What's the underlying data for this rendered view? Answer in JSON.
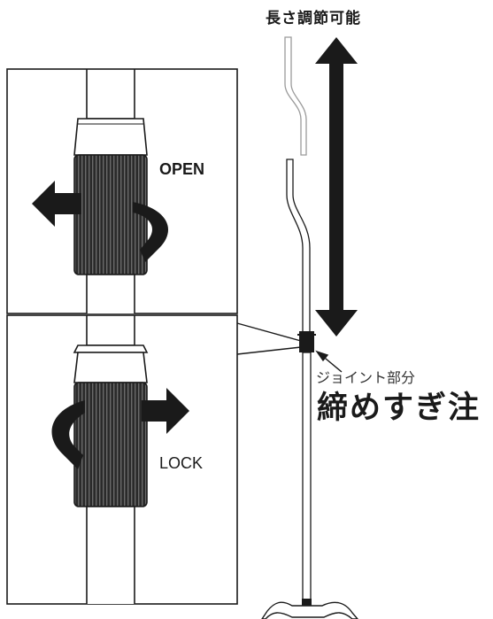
{
  "labels": {
    "length_adjustable": "長さ調節可能",
    "open": "OPEN",
    "lock": "LOCK",
    "joint_part": "ジョイント部分",
    "tighten_warning": "締めすぎ注"
  },
  "colors": {
    "ink": "#1a1a1a",
    "sleeve_dark": "#2a2a2a",
    "pole_ghost": "#9a9a9a",
    "background": "#ffffff"
  }
}
